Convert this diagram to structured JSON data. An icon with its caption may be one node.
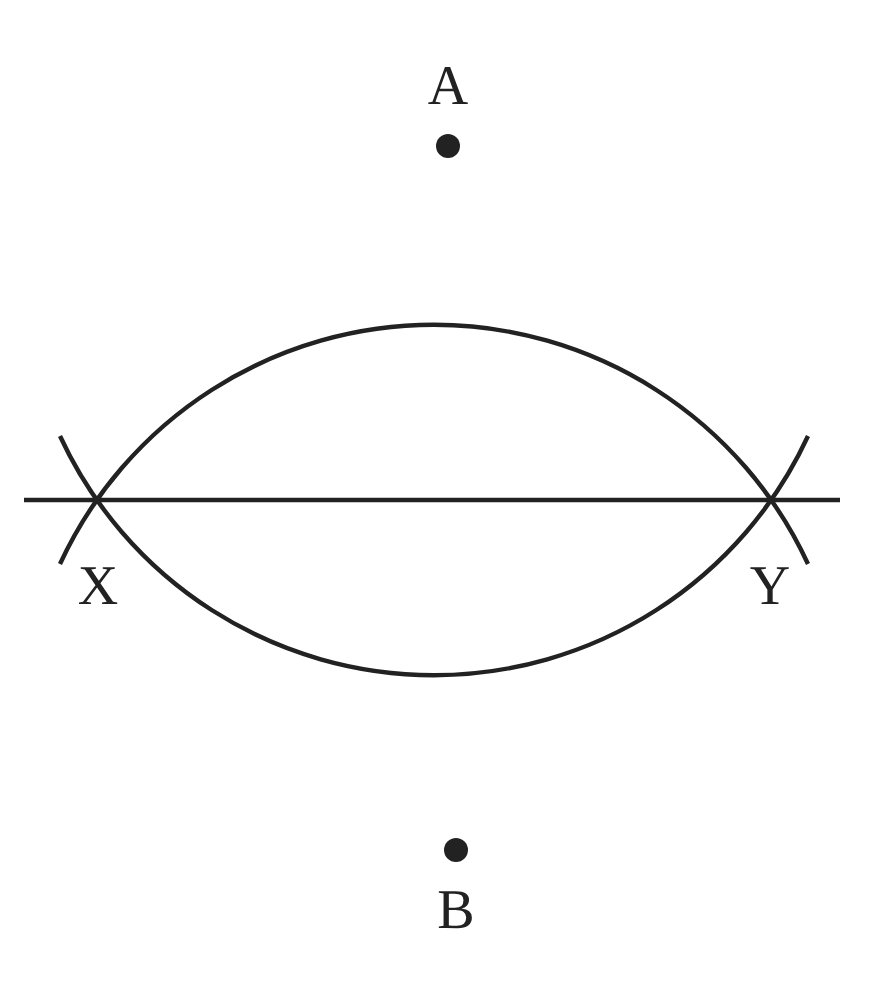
{
  "diagram": {
    "labels": [
      "A",
      "X",
      "Y",
      "B"
    ]
  }
}
